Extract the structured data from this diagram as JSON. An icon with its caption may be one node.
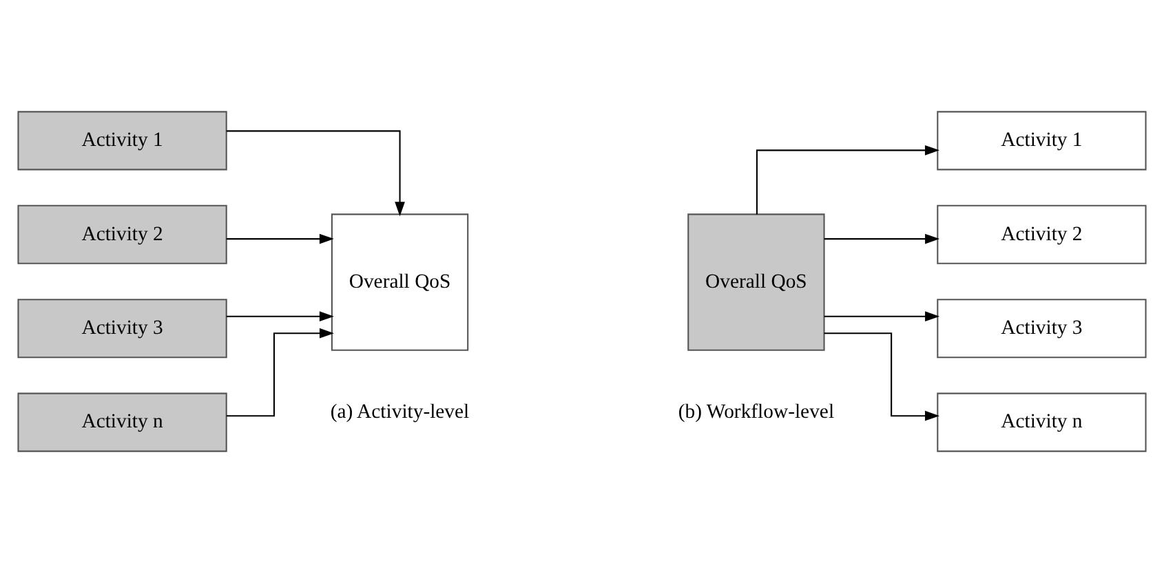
{
  "diagram": {
    "nodes": [
      {
        "text": [
          "Activity 1"
        ]
      },
      {
        "text": [
          "Activity 2"
        ]
      },
      {
        "text": [
          "Activity 3"
        ]
      },
      {
        "text": [
          "Activity n"
        ]
      },
      {
        "text": [
          "Overall QoS"
        ]
      },
      {
        "text": [
          "Overall QoS"
        ]
      },
      {
        "text": [
          "Activity 1"
        ]
      },
      {
        "text": [
          "Activity 2"
        ]
      },
      {
        "text": [
          "Activity 3"
        ]
      },
      {
        "text": [
          "Activity n"
        ]
      }
    ],
    "edges": [
      {
        "from": 0,
        "to": 4,
        "arrow": "to"
      },
      {
        "from": 1,
        "to": 4,
        "arrow": "to"
      },
      {
        "from": 2,
        "to": 4,
        "arrow": "to"
      },
      {
        "from": 3,
        "to": 4,
        "arrow": "to"
      },
      {
        "from": 5,
        "to": 6,
        "arrow": "to"
      },
      {
        "from": 5,
        "to": 7,
        "arrow": "to"
      },
      {
        "from": 5,
        "to": 8,
        "arrow": "to"
      },
      {
        "from": 5,
        "to": 9,
        "arrow": "to"
      }
    ],
    "labels": [
      "(a) Activity-level",
      "(b) Workflow-level"
    ]
  }
}
